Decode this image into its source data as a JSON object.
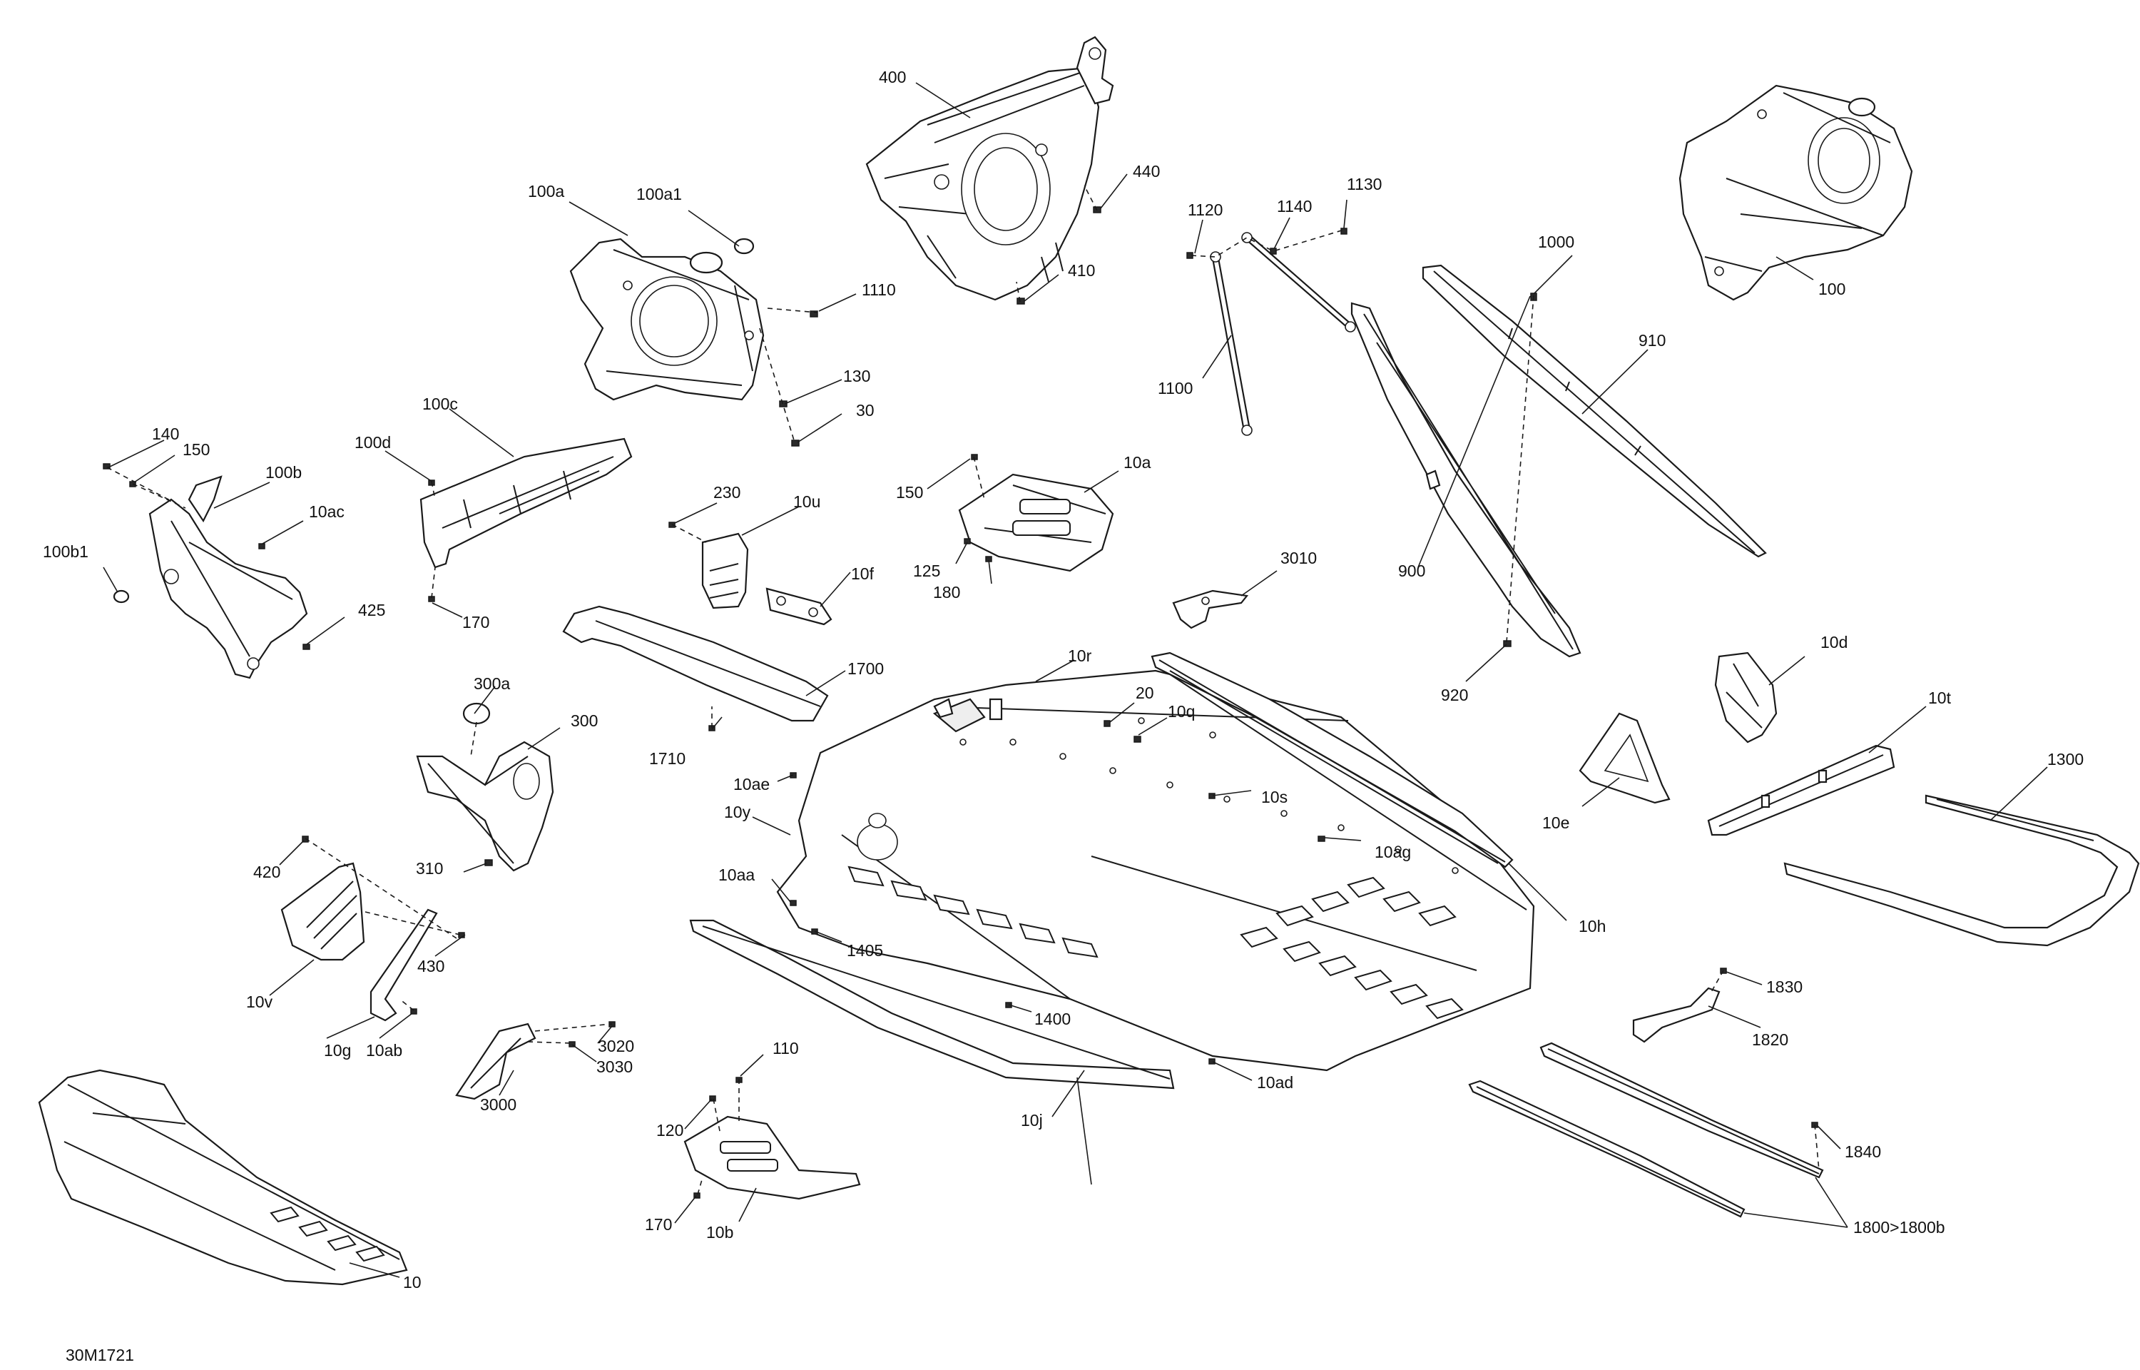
{
  "diagram": {
    "document_code": "30M1721",
    "callouts": [
      "400",
      "440",
      "410",
      "100a",
      "100a1",
      "1110",
      "130",
      "30",
      "1120",
      "1140",
      "1130",
      "1100",
      "1000",
      "910",
      "100",
      "140",
      "150",
      "100b",
      "100d",
      "100c",
      "100b1",
      "10ac",
      "425",
      "170",
      "230",
      "10u",
      "10f",
      "150",
      "10a",
      "125",
      "180",
      "3010",
      "900",
      "920",
      "10d",
      "10t",
      "10e",
      "1700",
      "1710",
      "10r",
      "20",
      "10q",
      "10s",
      "10ag",
      "10h",
      "300a",
      "300",
      "310",
      "10ae",
      "10y",
      "10aa",
      "1405",
      "1400",
      "420",
      "430",
      "10v",
      "10g",
      "10ab",
      "1300",
      "1830",
      "1820",
      "1840",
      "1800>1800b",
      "3020",
      "3030",
      "3000",
      "110",
      "120",
      "170",
      "10b",
      "10j",
      "10ad",
      "10"
    ]
  }
}
